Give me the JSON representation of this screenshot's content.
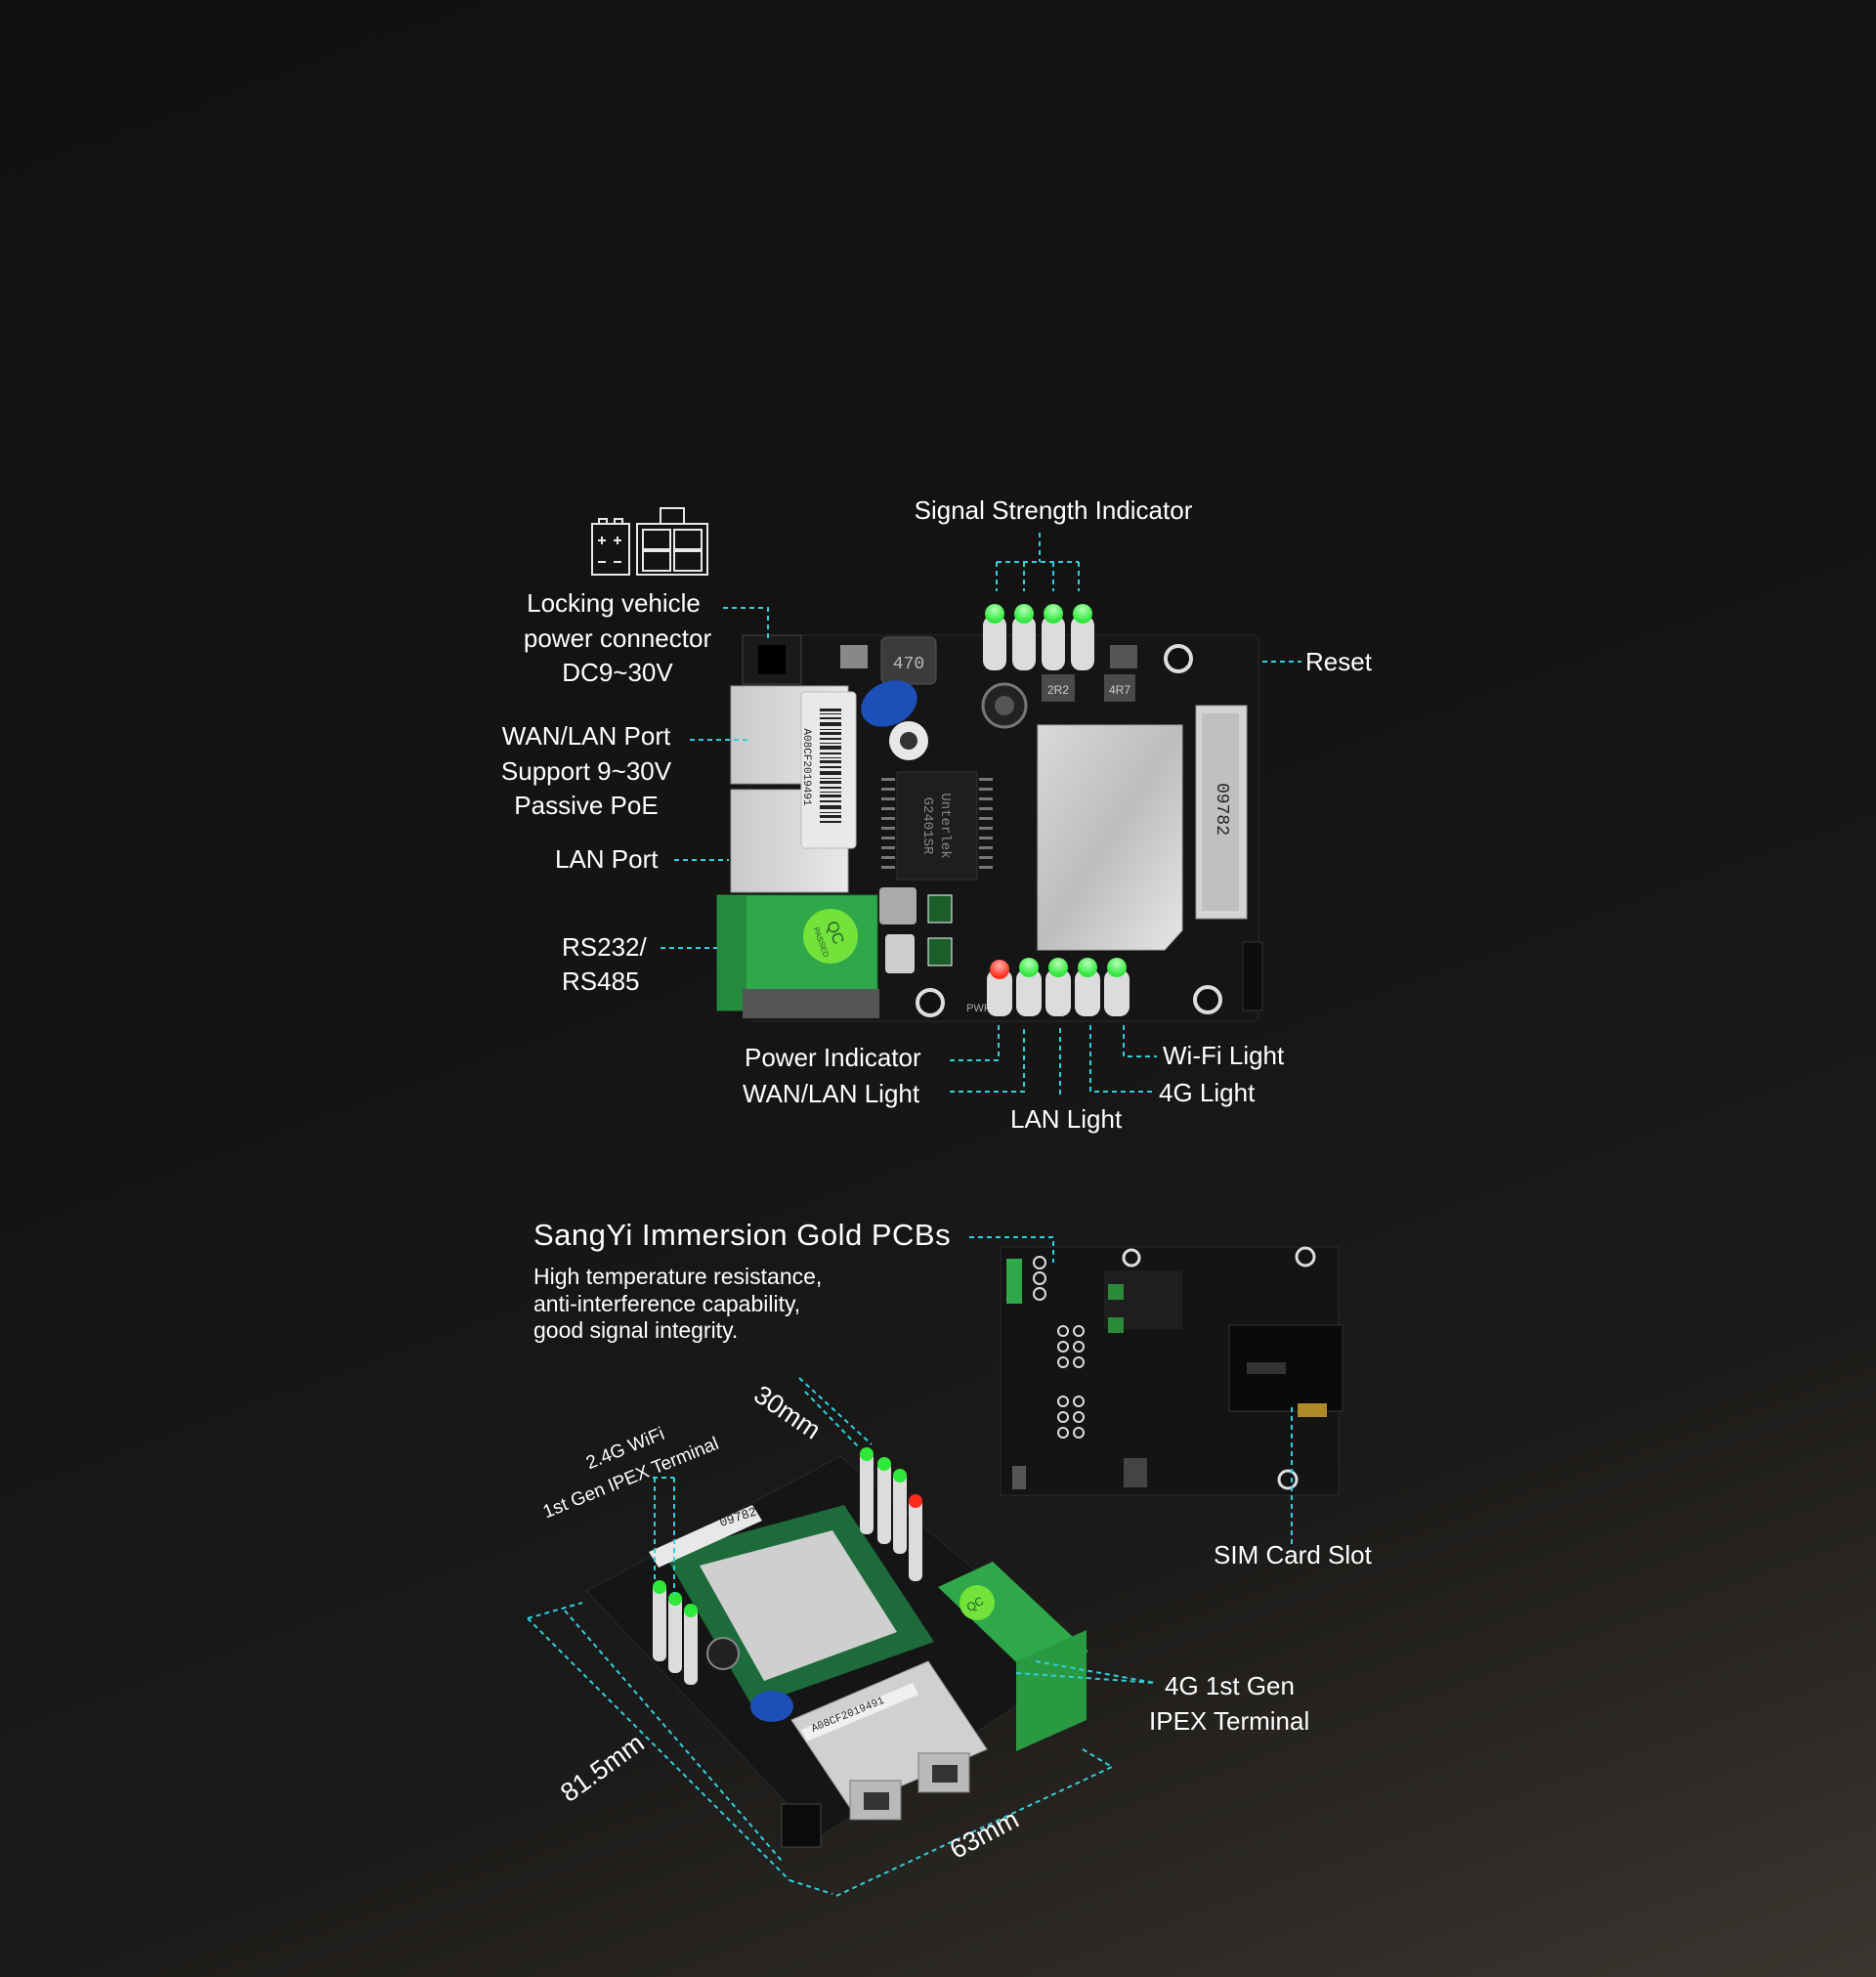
{
  "top_board": {
    "labels": {
      "signal_strength": "Signal Strength Indicator",
      "locking_line1": "Locking vehicle",
      "locking_line2": "power connector",
      "locking_line3": "DC9~30V",
      "reset": "Reset",
      "wan_line1": "WAN/LAN Port",
      "wan_line2": "Support 9~30V",
      "wan_line3": "Passive PoE",
      "lan_port": "LAN Port",
      "rs_line1": "RS232/",
      "rs_line2": "RS485",
      "power_indicator": "Power Indicator",
      "wan_lan_light": "WAN/LAN Light",
      "lan_light": "LAN Light",
      "wifi_light": "Wi-Fi Light",
      "g4_light": "4G Light"
    },
    "pcb_text": {
      "cap_470": "470",
      "chip_brand": "Unterlek",
      "chip_model": "G2401SR",
      "module_serial": "09782",
      "mac_label": "A08CF2019491",
      "qc_line1": "QC",
      "qc_line2": "PASSED",
      "pwr": "PWR",
      "inductor_2r2": "2R2",
      "inductor_4r7": "4R7"
    },
    "led_colors": [
      "#ff2a1a",
      "#2ee83a",
      "#2ee83a",
      "#2ee83a",
      "#2ee83a"
    ]
  },
  "bottom_section": {
    "pcb_title": "SangYi Immersion Gold PCBs",
    "pcb_desc_line1": "High temperature resistance,",
    "pcb_desc_line2": "anti-interference capability,",
    "pcb_desc_line3": "good signal integrity.",
    "sim_slot": "SIM Card Slot",
    "wifi_ipex_line1": "2.4G WiFi",
    "wifi_ipex_line2": "1st Gen IPEX Terminal",
    "g4_ipex_line1": "4G 1st Gen",
    "g4_ipex_line2": "IPEX Terminal",
    "dim_30": "30mm",
    "dim_81": "81.5mm",
    "dim_63": "63mm",
    "iso_mac_label": "A08CF2019491",
    "iso_serial": "09782",
    "iso_qc": "QC"
  },
  "colors": {
    "leader_line": "#2fd0e0",
    "background": "#141414",
    "pcb": "#111111",
    "terminal_green": "#2fa84a",
    "led_green": "#2ee83a",
    "led_red": "#ff2a1a"
  }
}
